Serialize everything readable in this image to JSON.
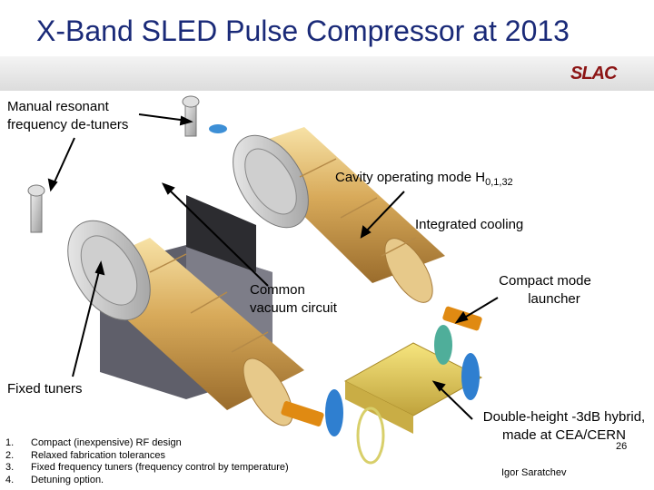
{
  "slide": {
    "title": "X-Band SLED Pulse Compressor at 2013",
    "logo": "SLAC",
    "author": "Igor Saratchev",
    "page_number": "26"
  },
  "labels": {
    "detuners_line1": "Manual resonant",
    "detuners_line2": "frequency de-tuners",
    "cavity_mode_text": "Cavity operating mode H",
    "cavity_mode_sub": "0,1,32",
    "cooling": "Integrated cooling",
    "vacuum_line1": "Common",
    "vacuum_line2": "vacuum circuit",
    "launcher_line1": "Compact mode",
    "launcher_line2": "launcher",
    "fixed_tuners": "Fixed tuners",
    "hybrid_line1": "Double-height -3dB hybrid,",
    "hybrid_line2": "made at CEA/CERN"
  },
  "notes": [
    {
      "num": "1.",
      "text": "Compact (inexpensive) RF design"
    },
    {
      "num": "2.",
      "text": "Relaxed fabrication tolerances"
    },
    {
      "num": "3.",
      "text": "Fixed frequency tuners (frequency control by temperature)"
    },
    {
      "num": "4.",
      "text": "Detuning option."
    }
  ]
}
